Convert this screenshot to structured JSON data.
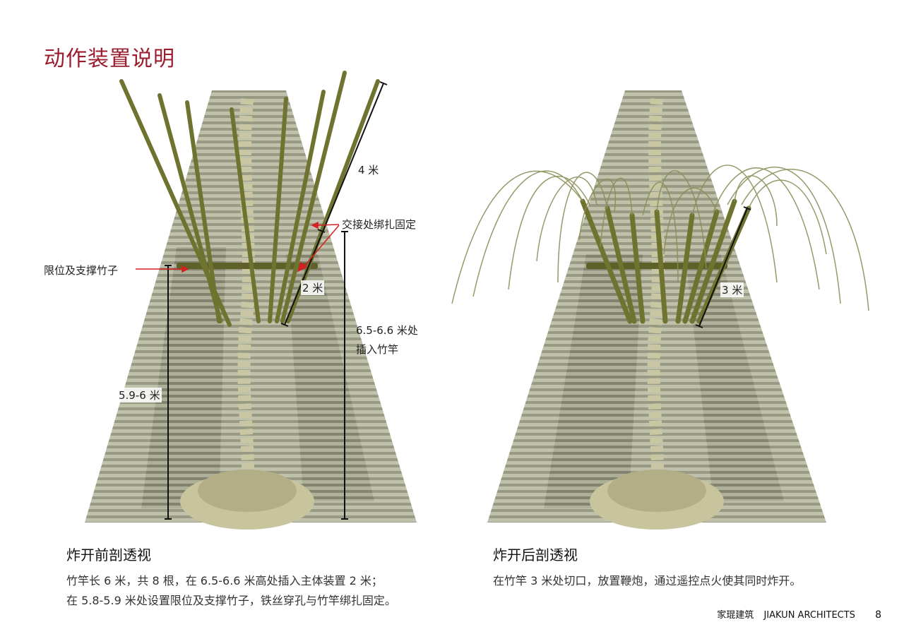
{
  "title": "动作装置说明",
  "left": {
    "labels": {
      "top_length": "4 米",
      "joint": "交接处绑扎固定",
      "limit_support": "限位及支撑竹子",
      "insert_depth": "2 米",
      "height_total": "6.5-6.6 米处",
      "height_total_2": "插入竹竿",
      "support_height": "5.9-6 米"
    },
    "caption": {
      "heading": "炸开前剖透视",
      "line1": "竹竿长 6 米，共 8 根，在 6.5-6.6 米高处插入主体装置 2 米；",
      "line2": "在 5.8-5.9 米处设置限位及支撑竹子，铁丝穿孔与竹竿绑扎固定。"
    }
  },
  "right": {
    "labels": {
      "cut_length": "3 米"
    },
    "caption": {
      "heading": "炸开后剖透视",
      "line1": "在竹竿 3 米处切口，放置鞭炮，通过遥控点火使其同时炸开。"
    }
  },
  "footer": {
    "firm_cn": "家琨建筑",
    "firm_en": "JIAKUN ARCHITECTS",
    "page": "8"
  },
  "colors": {
    "title": "#9b1c2e",
    "bamboo": "#6f7330",
    "structure": "#a3a48a",
    "annotation_red": "#d42020"
  }
}
